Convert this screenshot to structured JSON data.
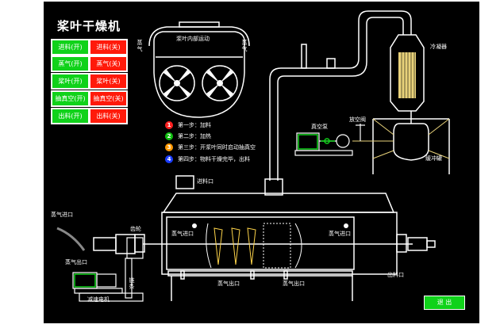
{
  "title": "桨叶干燥机",
  "controls": [
    {
      "on": "进料(开)",
      "off": "进料(关)"
    },
    {
      "on": "蒸气(开)",
      "off": "蒸气(关)"
    },
    {
      "on": "桨叶(开)",
      "off": "桨叶(关)"
    },
    {
      "on": "抽真空(开)",
      "off": "抽真空(关)"
    },
    {
      "on": "出料(开)",
      "off": "出料(关)"
    }
  ],
  "steps": [
    {
      "num": "1",
      "text": "第一步：加料",
      "color": "#ff2020"
    },
    {
      "num": "2",
      "text": "第二步：加热",
      "color": "#10c010"
    },
    {
      "num": "3",
      "text": "第三步：开浆叶同时启动抽真空",
      "color": "#ff9900"
    },
    {
      "num": "4",
      "text": "第四步：物料干燥完毕，出料",
      "color": "#1a3cff"
    }
  ],
  "labels": {
    "paddle_inside": "浆叶内部运动",
    "steam_left": "蒸气",
    "steam_right": "蒸气",
    "condenser": "冷凝器",
    "vent_valve": "放空阀",
    "vacuum_pump": "真空泵",
    "buffer_tank": "缓冲罐",
    "feed_port": "进料口",
    "steam_inlet_left": "蒸气进口",
    "steam_inlet_1": "蒸气进口",
    "steam_inlet_2": "蒸气进口",
    "steam_outlet_left": "蒸气出口",
    "steam_outlet_1": "蒸气出口",
    "steam_outlet_2": "蒸气出口",
    "gear": "齿轮",
    "chain": "链条",
    "reducer_motor": "减速电机",
    "discharge_port": "出料口"
  },
  "exit_label": "退 出",
  "colors": {
    "on": "#10d21a",
    "off": "#ff1a0a",
    "screen": "#000000",
    "condenser_fill": "#e8d27a"
  }
}
